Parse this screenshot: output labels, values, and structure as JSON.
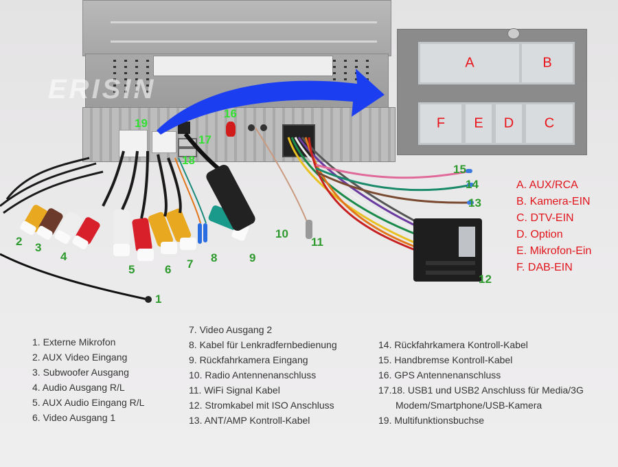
{
  "watermark": "ERISIN",
  "callouts": {
    "n1": "1",
    "n2": "2",
    "n3": "3",
    "n4": "4",
    "n5": "5",
    "n6": "6",
    "n7": "7",
    "n8": "8",
    "n9": "9",
    "n10": "10",
    "n11": "11",
    "n12": "12",
    "n13": "13",
    "n14": "14",
    "n15": "15",
    "n16": "16",
    "n17": "17",
    "n18": "18",
    "n19": "19"
  },
  "inset": {
    "plugs": {
      "A": "A",
      "B": "B",
      "C": "C",
      "D": "D",
      "E": "E",
      "F": "F"
    }
  },
  "plug_legend": [
    "A. AUX/RCA",
    "B. Kamera-EIN",
    "C. DTV-EIN",
    "D. Option",
    "E. Mikrofon-Ein",
    "F. DAB-EIN"
  ],
  "legend": {
    "col1": [
      "1. Externe Mikrofon",
      "2. AUX Video Eingang",
      "3. Subwoofer Ausgang",
      "4. Audio Ausgang R/L",
      "5. AUX Audio Eingang R/L",
      "6. Video Ausgang 1"
    ],
    "col2": [
      "7. Video Ausgang 2",
      "8. Kabel für Lenkradfernbedienung",
      "9. Rückfahrkamera Eingang",
      "10. Radio Antennenanschluss",
      "11. WiFi Signal Kabel",
      "12. Stromkabel mit ISO Anschluss",
      "13. ANT/AMP Kontroll-Kabel"
    ],
    "col3": [
      "14. Rückfahrkamera Kontroll-Kabel",
      "15. Handbremse Kontroll-Kabel",
      "16. GPS Antennenanschluss",
      "17.18. USB1 und USB2 Anschluss für Media/3G",
      "Modem/Smartphone/USB-Kamera",
      "19. Multifunktionsbuchse"
    ]
  },
  "colors": {
    "plug_label": "#e0141a",
    "callout_number": "#2e9a2e",
    "arrow": "#1a3ef0"
  }
}
